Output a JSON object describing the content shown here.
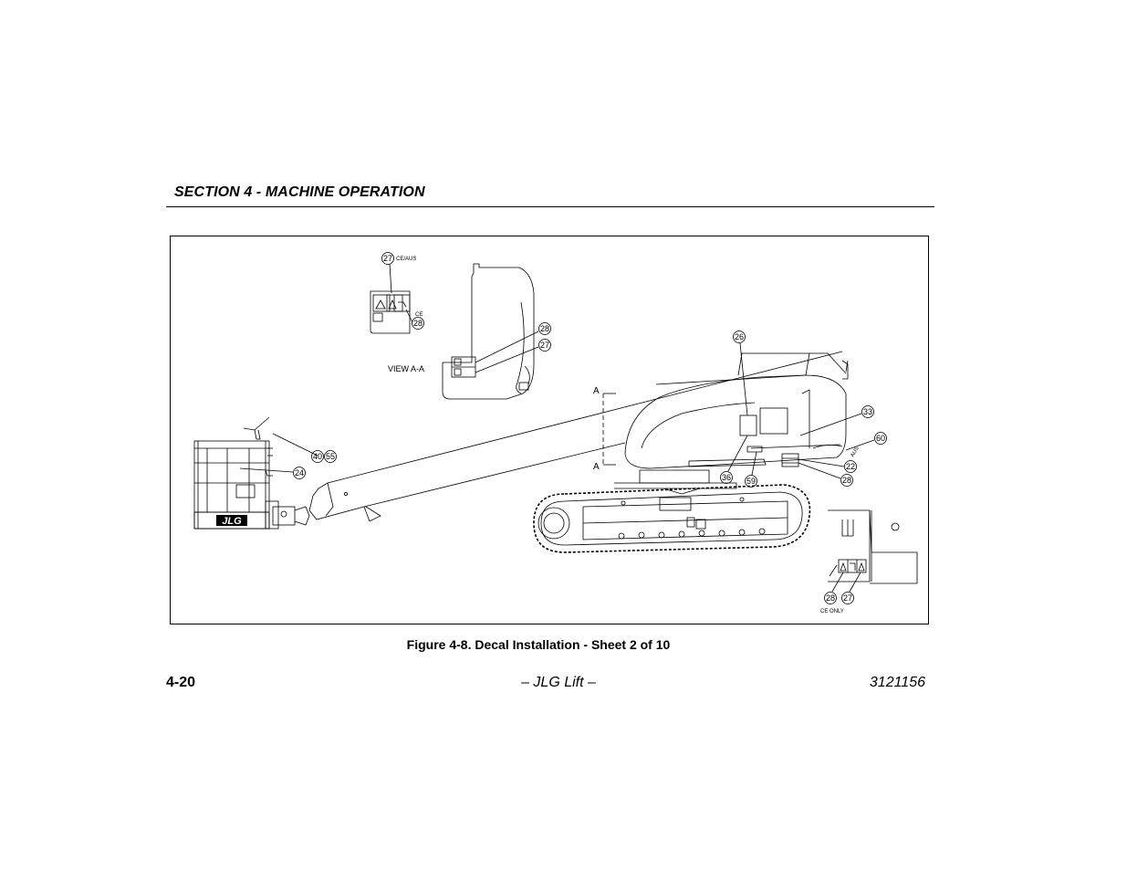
{
  "header": {
    "section_title": "SECTION 4 - MACHINE OPERATION"
  },
  "figure": {
    "caption": "Figure 4-8. Decal Installation - Sheet 2 of 10",
    "brand_logo": "JLG",
    "labels": {
      "view_aa": "VIEW A-A",
      "ce_aus": "CE/AUS",
      "ce": "CE",
      "aus": "AUS",
      "ce_only": "CE ONLY",
      "section_a": "A"
    },
    "callouts": {
      "c27_top": "27",
      "c28_top": "28",
      "c28_viewaa": "28",
      "c27_viewaa": "27",
      "c26": "26",
      "c33": "33",
      "c60": "60",
      "c22": "22",
      "c28_rear": "28",
      "c36": "36",
      "c59": "59",
      "c40": "40",
      "c55": "55",
      "c24": "24",
      "c28_ce": "28",
      "c27_ce": "27"
    }
  },
  "footer": {
    "page_number": "4-20",
    "center_text": "– JLG Lift –",
    "doc_number": "3121156"
  }
}
